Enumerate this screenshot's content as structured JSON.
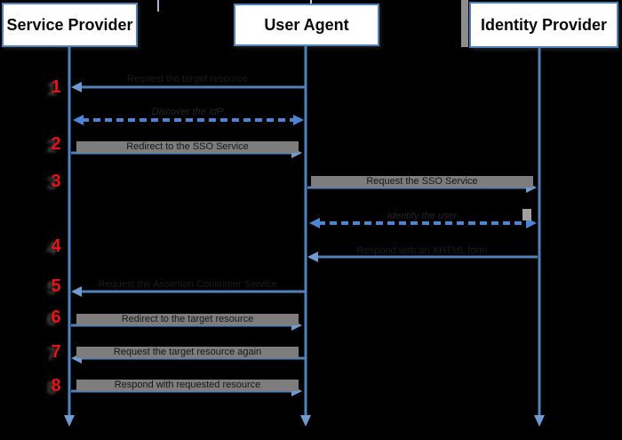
{
  "colors": {
    "background": "#000000",
    "arrow_blue": "#4f81bd",
    "arrowhead_blue": "#6f9bd1",
    "dashed_blue": "#4b85d6",
    "step_number_red": "#ee1111",
    "label_strip_gray": "#7d7d7d",
    "actor_fill": "#ffffff",
    "actor_border": "#4f81bd"
  },
  "actors": [
    {
      "name": "Service Provider"
    },
    {
      "name": "User Agent"
    },
    {
      "name": "Identity Provider"
    }
  ],
  "steps": [
    {
      "number": "1",
      "label": "Request the target resource",
      "from": "User Agent",
      "to": "Service Provider",
      "line": "solid",
      "label_highlighted": false
    },
    {
      "number": "2",
      "label": "Redirect to the SSO Service",
      "from": "Service Provider",
      "to": "User Agent",
      "line": "solid",
      "label_highlighted": true
    },
    {
      "number": "3",
      "label": "Request the SSO Service",
      "from": "User Agent",
      "to": "Identity Provider",
      "line": "solid",
      "label_highlighted": true
    },
    {
      "number": "4",
      "label": "Respond with an XHTML form",
      "from": "Identity Provider",
      "to": "User Agent",
      "line": "solid",
      "label_highlighted": false
    },
    {
      "number": "5",
      "label": "Request the Assertion Consumer Service",
      "from": "User Agent",
      "to": "Service Provider",
      "line": "solid",
      "label_highlighted": false
    },
    {
      "number": "6",
      "label": "Redirect to the target resource",
      "from": "Service Provider",
      "to": "User Agent",
      "line": "solid",
      "label_highlighted": true
    },
    {
      "number": "7",
      "label": "Request the target resource again",
      "from": "User Agent",
      "to": "Service Provider",
      "line": "solid",
      "label_highlighted": true
    },
    {
      "number": "8",
      "label": "Respond with requested resource",
      "from": "Service Provider",
      "to": "User Agent",
      "line": "solid",
      "label_highlighted": true
    }
  ],
  "notes": [
    {
      "label": "Discover the IdP",
      "between": "Service Provider and User Agent",
      "line": "dashed-bidirectional"
    },
    {
      "label": "Identify the user",
      "between": "User Agent and Identity Provider",
      "line": "dashed-bidirectional"
    }
  ]
}
